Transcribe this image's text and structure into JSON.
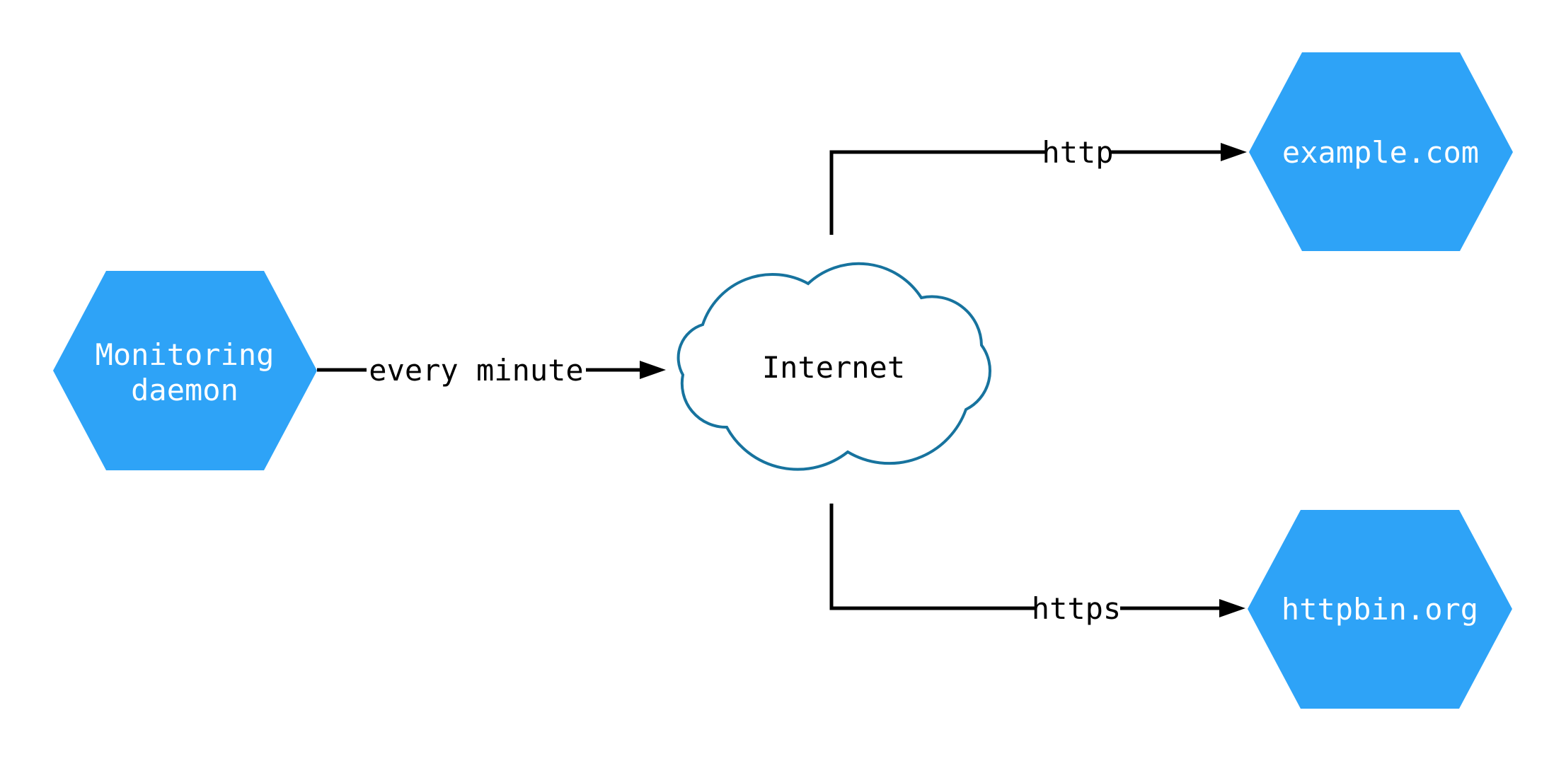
{
  "diagram": {
    "title": "monitoring-network-diagram",
    "colors": {
      "node_fill": "#2EA3F7",
      "node_text": "#ffffff",
      "cloud_stroke": "#17739E",
      "edge_stroke": "#000000",
      "background": "#ffffff"
    },
    "nodes": {
      "monitoring": {
        "shape": "hexagon",
        "lines": [
          "Monitoring",
          "daemon"
        ]
      },
      "internet": {
        "shape": "cloud",
        "label": "Internet"
      },
      "example": {
        "shape": "hexagon",
        "label": "example.com"
      },
      "httpbin": {
        "shape": "hexagon",
        "label": "httpbin.org"
      }
    },
    "edges": [
      {
        "from": "monitoring",
        "to": "internet",
        "label": "every minute"
      },
      {
        "from": "internet",
        "to": "example",
        "label": "http"
      },
      {
        "from": "internet",
        "to": "httpbin",
        "label": "https"
      }
    ]
  }
}
